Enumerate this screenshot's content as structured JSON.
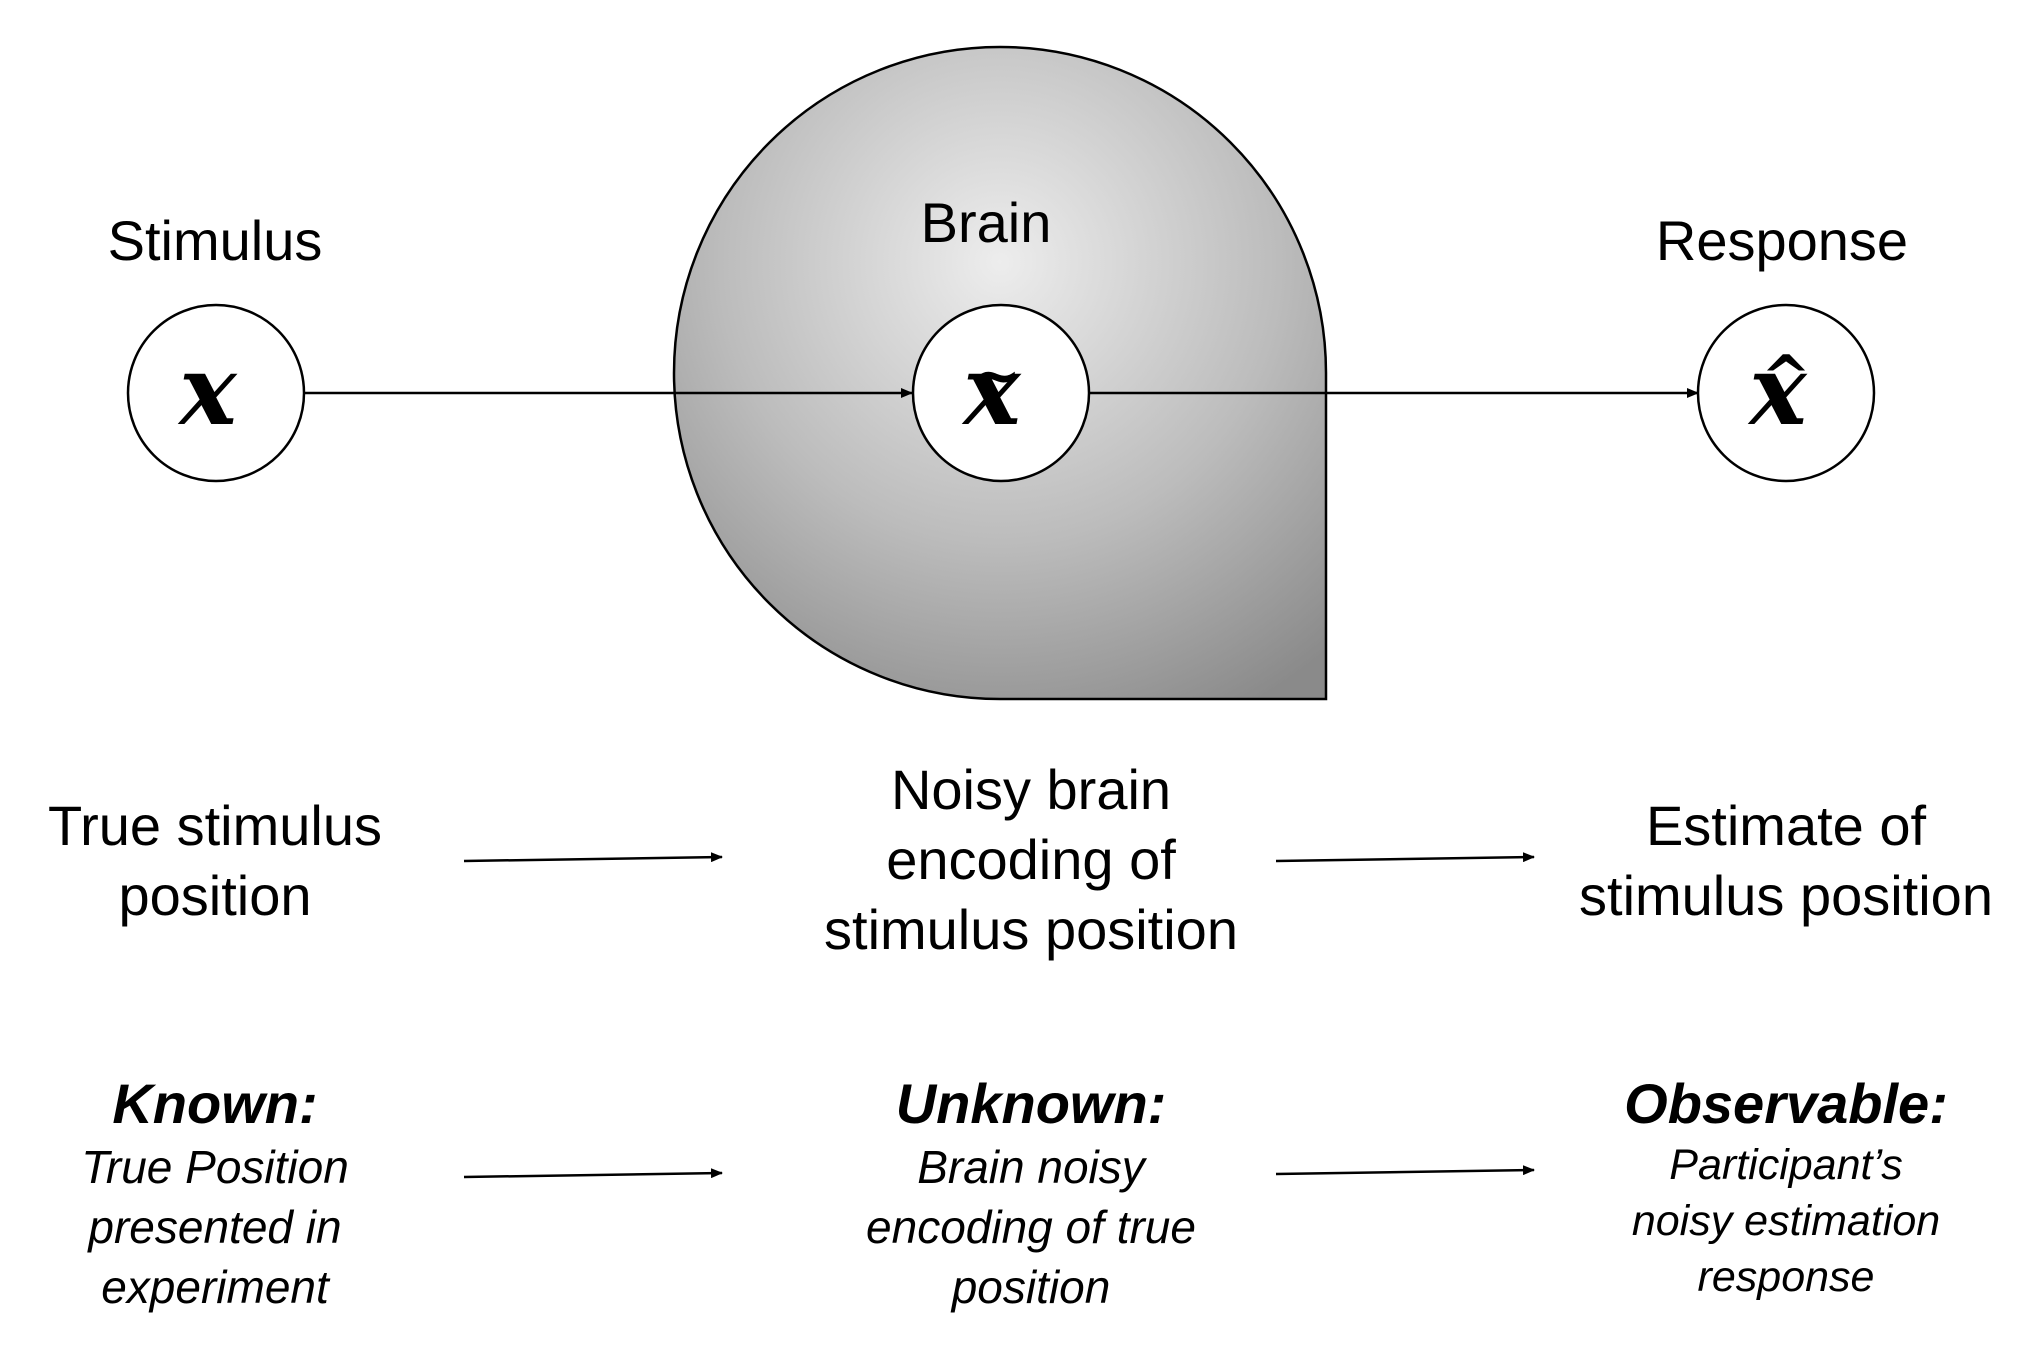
{
  "nodes": {
    "stimulus": {
      "title": "Stimulus",
      "symbol": "x",
      "accent": ""
    },
    "brain": {
      "title": "Brain",
      "symbol": "x",
      "accent": "~"
    },
    "response": {
      "title": "Response",
      "symbol": "x",
      "accent": "^"
    }
  },
  "descriptions": {
    "stimulus": [
      "True stimulus",
      "position"
    ],
    "brain": [
      "Noisy brain",
      "encoding of",
      "stimulus position"
    ],
    "response": [
      "Estimate of",
      "stimulus position"
    ]
  },
  "categories": {
    "known": {
      "heading": "Known:",
      "lines": [
        "True Position",
        "presented in",
        "experiment"
      ]
    },
    "unknown": {
      "heading": "Unknown:",
      "lines": [
        "Brain noisy",
        "encoding of true",
        "position"
      ]
    },
    "observable": {
      "heading": "Observable:",
      "lines": [
        "Participant’s",
        "noisy estimation",
        "response"
      ]
    }
  },
  "colors": {
    "brain_fill_light": "#e6e6e6",
    "brain_fill_dark": "#8c8c8c",
    "stroke": "#000000",
    "node_fill": "#ffffff"
  }
}
